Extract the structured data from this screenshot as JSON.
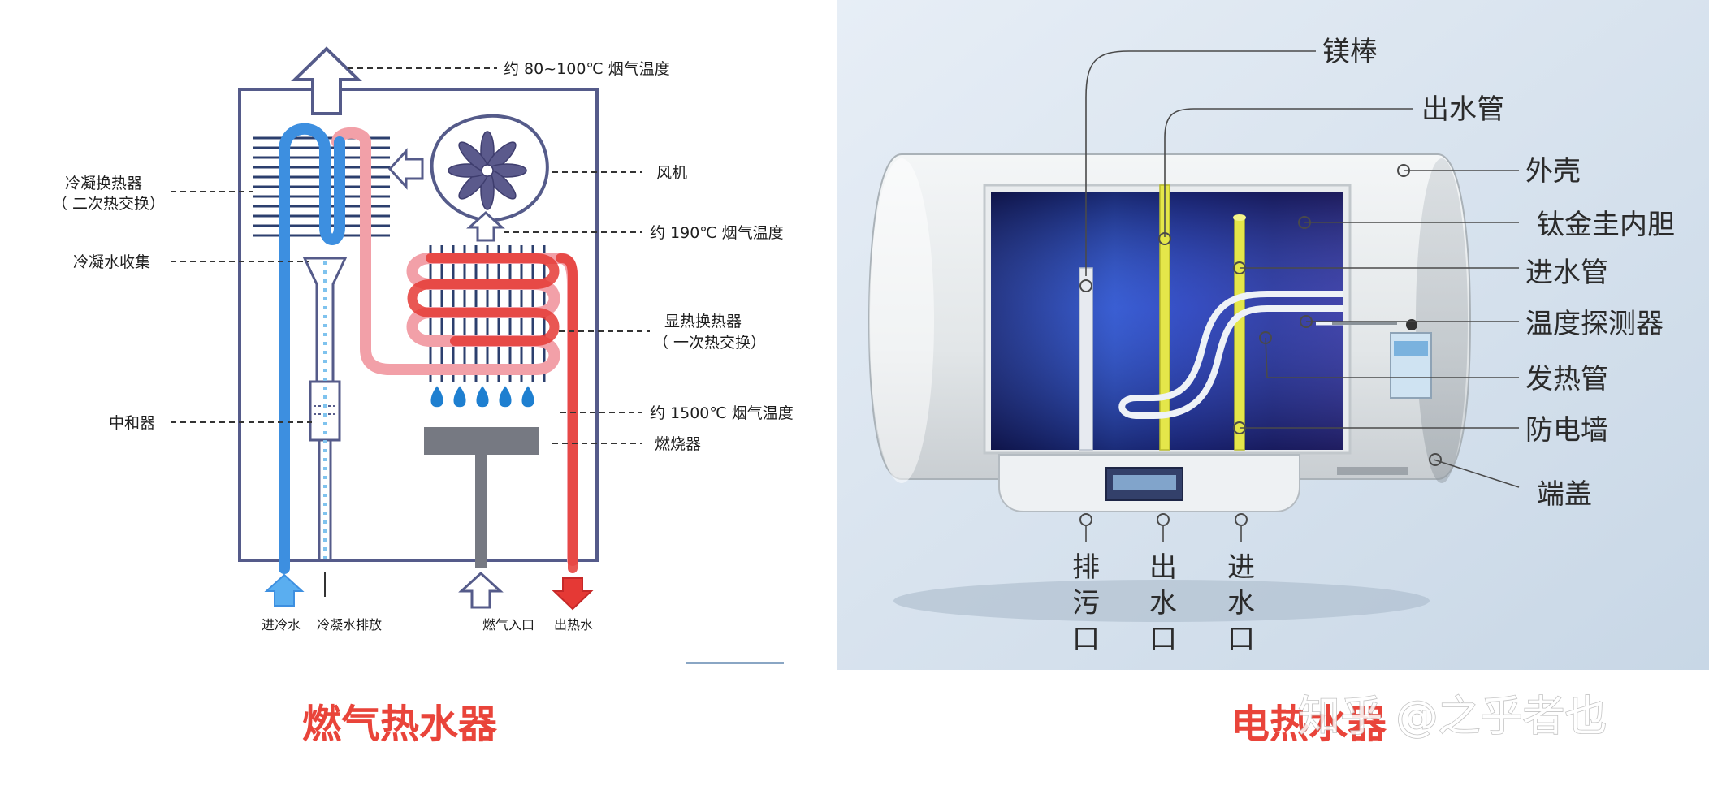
{
  "gas_heater": {
    "caption": "燃气热水器",
    "labels": {
      "flue_temp_out": "约 80~100℃ 烟气温度",
      "fan": "风机",
      "flue_temp_mid": "约 190℃ 烟气温度",
      "sensible_hx_1": "显热换热器",
      "sensible_hx_2": "（ 一次热交换）",
      "flue_temp_burner": "约 1500℃ 烟气温度",
      "burner": "燃烧器",
      "condensing_hx_1": "冷凝换热器",
      "condensing_hx_2": "（ 二次热交换）",
      "condensate_collect": "冷凝水收集",
      "neutralizer": "中和器"
    },
    "bottom_labels": {
      "cold_in": "进冷水",
      "condensate_drain": "冷凝水排放",
      "gas_in": "燃气入口",
      "hot_out": "出热水"
    },
    "colors": {
      "cold_pipe": "#3d8fe0",
      "hot_pipe": "#e53935",
      "warm_pipe": "#f2a0a8",
      "flame": "#1e7fd0"
    }
  },
  "electric_heater": {
    "caption": "电热水器",
    "labels": {
      "magnesium_rod": "镁棒",
      "outlet_pipe": "出水管",
      "shell": "外壳",
      "titanium_tank": "钛金圭内胆",
      "inlet_pipe": "进水管",
      "temp_probe": "温度探测器",
      "heating_tube": "发热管",
      "anti_shock_wall": "防电墙",
      "end_cap": "端盖"
    },
    "bottom_labels": {
      "drain_port": "排污口",
      "outlet_port": "出水口",
      "inlet_port": "进水口"
    },
    "colors": {
      "tank": "#2b2f8f",
      "rod_yellow": "#e4e64a"
    }
  },
  "watermark": "知乎 @之乎者也"
}
